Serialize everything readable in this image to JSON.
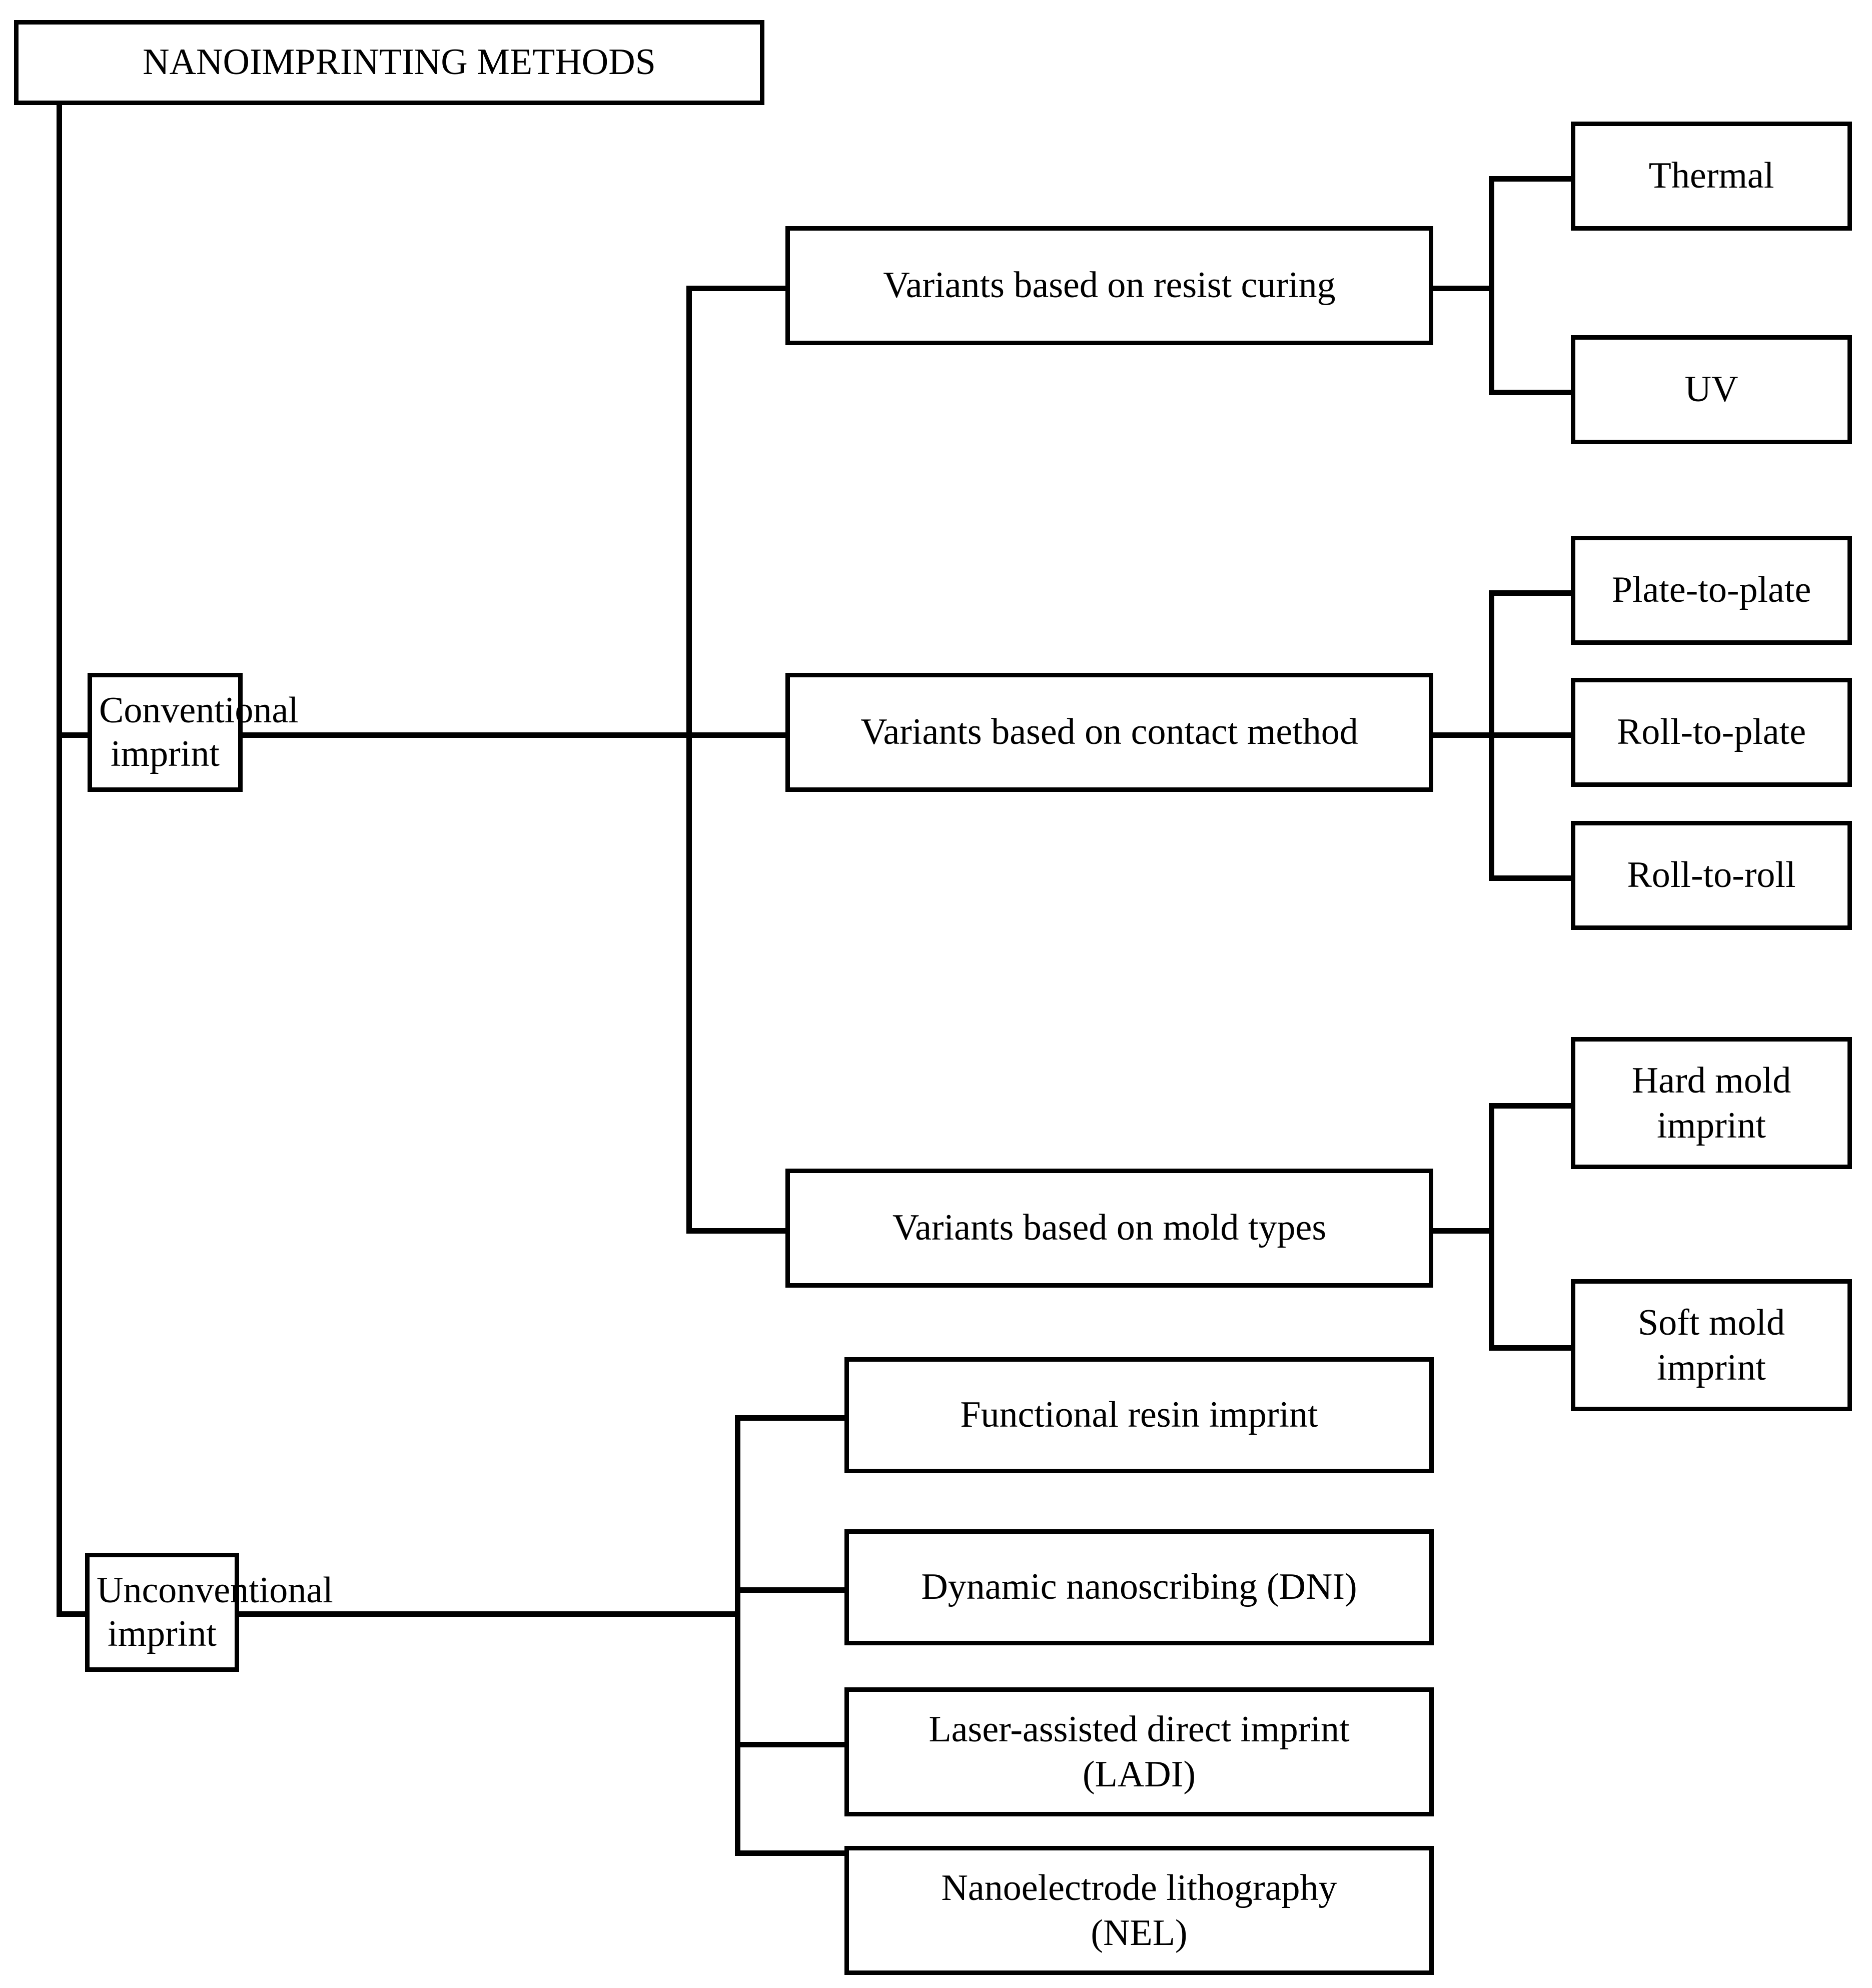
{
  "diagram": {
    "type": "tree",
    "title": "NANOIMPRINTING METHODS",
    "root": {
      "label": "NANOIMPRINTING METHODS"
    },
    "level1": [
      {
        "label": "Conventional imprint"
      },
      {
        "label": "Unconventional imprint"
      }
    ],
    "level2_conventional": [
      {
        "label": "Variants based on resist curing"
      },
      {
        "label": "Variants based on contact method"
      },
      {
        "label": "Variants based on mold types"
      }
    ],
    "leaves_resist_curing": [
      {
        "label": "Thermal"
      },
      {
        "label": "UV"
      }
    ],
    "leaves_contact_method": [
      {
        "label": "Plate-to-plate"
      },
      {
        "label": "Roll-to-plate"
      },
      {
        "label": "Roll-to-roll"
      }
    ],
    "leaves_mold_types": [
      {
        "line1": "Hard mold",
        "line2": "imprint"
      },
      {
        "line1": "Soft mold",
        "line2": "imprint"
      }
    ],
    "leaves_unconventional": [
      {
        "line1": "Functional resin imprint",
        "line2": ""
      },
      {
        "line1": "Dynamic nanoscribing (DNI)",
        "line2": ""
      },
      {
        "line1": "Laser-assisted direct imprint",
        "line2": "(LADI)"
      },
      {
        "line1": "Nanoelectrode lithography",
        "line2": "(NEL)"
      }
    ],
    "colors": {
      "line": "#000000",
      "box_fill": "#ffffff",
      "text": "#000000"
    }
  }
}
